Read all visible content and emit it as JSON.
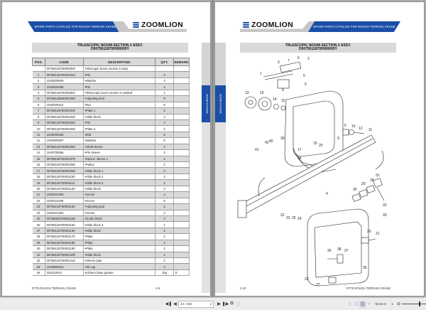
{
  "header": {
    "brand": "ZOOMLION",
    "catalog_label": "SPARE PARTS CATALOG FOR ROUGH TERRAIN CRANE"
  },
  "left_page": {
    "title_line1": "TRLESCOPIC BOOM SECTION 2 ASSY.",
    "title_line2": "D00756118700000000Y",
    "columns": [
      "POS.",
      "CODE",
      "DESCRIPTION",
      "QTY.",
      "REMARK"
    ],
    "rows": [
      {
        "pos": "",
        "code": "00756118700000000",
        "desc": "Telescopic boom section 2 assy.",
        "qty": "",
        "remark": ""
      },
      {
        "pos": "1",
        "code": "00756118700001010",
        "desc": "•Pin",
        "qty": "4",
        "remark": ""
      },
      {
        "pos": "2",
        "code": "1040300945",
        "desc": "•Washer",
        "qty": "4",
        "remark": ""
      },
      {
        "pos": "3",
        "code": "1040500298",
        "desc": "•Pin",
        "qty": "4",
        "remark": ""
      },
      {
        "pos": "4",
        "code": "00756118700200001",
        "desc": "•Telescopic boom section 2 welded",
        "qty": "1",
        "remark": ""
      },
      {
        "pos": "5",
        "code": "00756118500001050",
        "desc": "•Adjusting bolt",
        "qty": "8",
        "remark": ""
      },
      {
        "pos": "6",
        "code": "1040200110",
        "desc": "•Nut",
        "qty": "8",
        "remark": ""
      },
      {
        "pos": "7",
        "code": "00756118700001020",
        "desc": "•Plate 1",
        "qty": "2",
        "remark": ""
      },
      {
        "pos": "8",
        "code": "00756118700001030",
        "desc": "•Slide block",
        "qty": "2",
        "remark": ""
      },
      {
        "pos": "9",
        "code": "00756118700001040",
        "desc": "•Pin",
        "qty": "2",
        "remark": ""
      },
      {
        "pos": "10",
        "code": "00756118700001050",
        "desc": "•Plate 2",
        "qty": "2",
        "remark": ""
      },
      {
        "pos": "11",
        "code": "1040000258",
        "desc": "•Bolt",
        "qty": "8",
        "remark": ""
      },
      {
        "pos": "12",
        "code": "1040300067",
        "desc": "•Washer",
        "qty": "8",
        "remark": ""
      },
      {
        "pos": "13",
        "code": "00756118700001060",
        "desc": "•Shaft sleeve",
        "qty": "2",
        "remark": ""
      },
      {
        "pos": "14",
        "code": "1040700066",
        "desc": "•Pin sleeve",
        "qty": "2",
        "remark": ""
      },
      {
        "pos": "15",
        "code": "00756118700001070",
        "desc": "•Spacer sleeve 1",
        "qty": "2",
        "remark": ""
      },
      {
        "pos": "16",
        "code": "00756118700001080",
        "desc": "•Pulley",
        "qty": "2",
        "remark": ""
      },
      {
        "pos": "17",
        "code": "00756118700001090",
        "desc": "•Slide block 1",
        "qty": "2",
        "remark": ""
      },
      {
        "pos": "18",
        "code": "00756118700001100",
        "desc": "•Slide block 2",
        "qty": "2",
        "remark": ""
      },
      {
        "pos": "19",
        "code": "00756118700001110",
        "desc": "•Slide block 3",
        "qty": "2",
        "remark": ""
      },
      {
        "pos": "20",
        "code": "00756118700001120",
        "desc": "•Slide block",
        "qty": "2",
        "remark": ""
      },
      {
        "pos": "21",
        "code": "1040101200",
        "desc": "•Screw",
        "qty": "4",
        "remark": ""
      },
      {
        "pos": "22",
        "code": "1040101199",
        "desc": "•Screw",
        "qty": "6",
        "remark": ""
      },
      {
        "pos": "23",
        "code": "00756118700001130",
        "desc": "•Adjusting pad",
        "qty": "2",
        "remark": ""
      },
      {
        "pos": "24",
        "code": "1040101204",
        "desc": "•Screw",
        "qty": "2",
        "remark": ""
      },
      {
        "pos": "25",
        "code": "00755906700001190",
        "desc": "•Guide block",
        "qty": "2",
        "remark": ""
      },
      {
        "pos": "26",
        "code": "00756118700001150",
        "desc": "•Slide block 4",
        "qty": "1",
        "remark": ""
      },
      {
        "pos": "27",
        "code": "00756118700001160",
        "desc": "•Slide block",
        "qty": "2",
        "remark": ""
      },
      {
        "pos": "28",
        "code": "00756118700001170",
        "desc": "•Plate",
        "qty": "2",
        "remark": ""
      },
      {
        "pos": "29",
        "code": "00756118700001180",
        "desc": "•Plate",
        "qty": "2",
        "remark": ""
      },
      {
        "pos": "30",
        "code": "00756118700001190",
        "desc": "•Plate",
        "qty": "2",
        "remark": ""
      },
      {
        "pos": "31",
        "code": "00756118700001200",
        "desc": "•Slide block",
        "qty": "2",
        "remark": ""
      },
      {
        "pos": "32",
        "code": "00756118700001210",
        "desc": "•Sleeve pipe",
        "qty": "2",
        "remark": ""
      },
      {
        "pos": "33",
        "code": "1019900312",
        "desc": "•Oil cup",
        "qty": "2",
        "remark": ""
      },
      {
        "pos": "34",
        "code": "204110014",
        "desc": "•Lithium base grease",
        "qty": "1kg",
        "remark": "E"
      }
    ],
    "footer_name": "RT75 ROUGH TERRAIN CRANE",
    "footer_page": "2-9",
    "side_tab": "BOOM SYSTEM"
  },
  "right_page": {
    "title_line1": "TRLESCOPIC BOOM SECTION 2 ASSY.",
    "title_line2": "D00756118700000000Y",
    "footer_page": "2-10",
    "footer_name": "RT75 ROUGH TERRAIN CRANE",
    "side_tab": "BOOM SYSTEM",
    "callouts": [
      "1",
      "2",
      "3",
      "4",
      "5",
      "6",
      "7",
      "8",
      "9",
      "10",
      "11",
      "12",
      "13",
      "14",
      "15",
      "16",
      "17",
      "18",
      "19",
      "20",
      "21",
      "22",
      "23",
      "24",
      "25",
      "27",
      "28",
      "29",
      "30",
      "31",
      "32",
      "33",
      "35",
      "36",
      "37",
      "38",
      "39",
      "40",
      "41",
      "42"
    ]
  },
  "toolbar": {
    "page_field": "23 / 384",
    "zoom_level": "86.81%",
    "icons": [
      "first-page",
      "prev-page",
      "next-page",
      "last-page",
      "page-layout-single",
      "page-layout-continuous",
      "page-layout-facing",
      "page-layout-facing-continuous",
      "zoom-out",
      "zoom-slider"
    ]
  }
}
